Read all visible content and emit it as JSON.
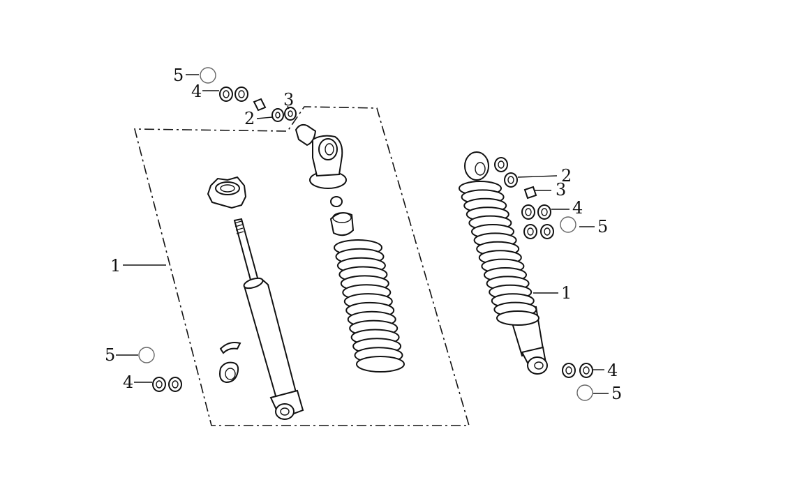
{
  "diagram": {
    "callouts": {
      "left_1": "1",
      "left_2": "2",
      "left_3": "3",
      "left_4_top": "4",
      "left_5_top": "5",
      "left_4_bottom": "4",
      "left_5_bottom": "5",
      "right_1": "1",
      "right_2": "2",
      "right_3": "3",
      "right_4_top": "4",
      "right_5_top": "5",
      "right_4_bottom": "4",
      "right_5_bottom": "5"
    },
    "parts": [
      "rear-shock-absorber",
      "washer",
      "collar",
      "washer",
      "cap-nut"
    ]
  }
}
